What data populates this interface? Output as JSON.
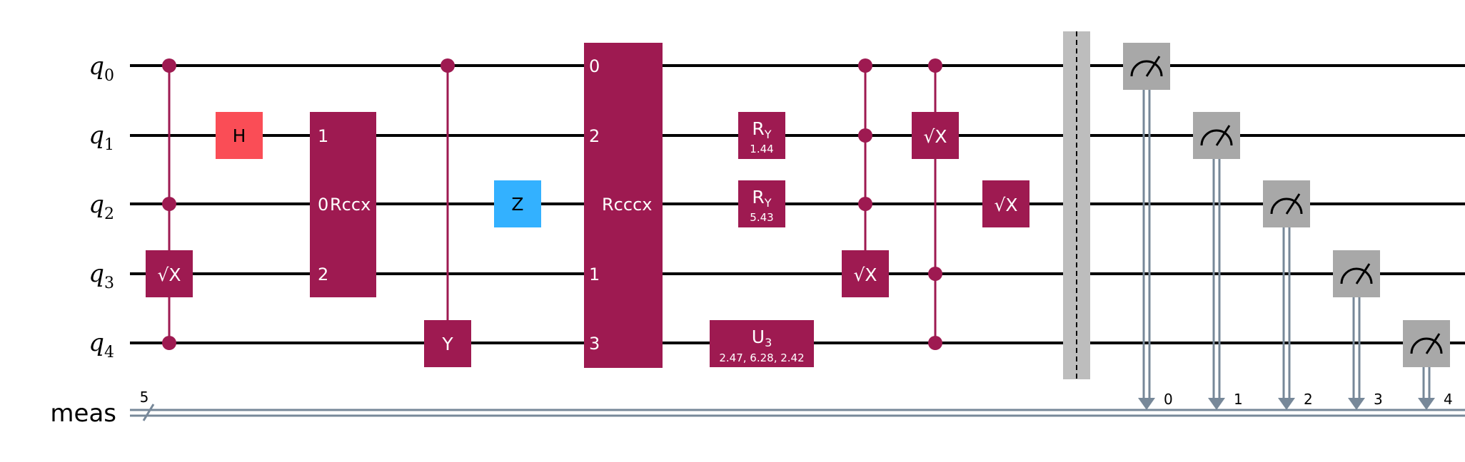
{
  "qubits": [
    {
      "base": "q",
      "sub": "0"
    },
    {
      "base": "q",
      "sub": "1"
    },
    {
      "base": "q",
      "sub": "2"
    },
    {
      "base": "q",
      "sub": "3"
    },
    {
      "base": "q",
      "sub": "4"
    }
  ],
  "classical": {
    "label": "meas",
    "width": "5",
    "bit_labels": [
      "0",
      "1",
      "2",
      "3",
      "4"
    ]
  },
  "colors": {
    "dark_gate": "#9E1A51",
    "h_gate": "#FA4D56",
    "z_gate": "#33B1FF",
    "measure": "#A8A8A8",
    "barrier": "#BDBDBD",
    "creg": "#778899"
  },
  "gates": {
    "csx_1": {
      "label": "√X"
    },
    "h": {
      "label": "H"
    },
    "rccx": {
      "label": "Rccx",
      "pins": [
        "1",
        "0",
        "2"
      ]
    },
    "cy": {
      "label": "Y"
    },
    "z": {
      "label": "Z"
    },
    "rcccx": {
      "label": "Rcccx",
      "pins": [
        "0",
        "2",
        "1",
        "3"
      ]
    },
    "ry_1": {
      "label": "R",
      "sub": "Y",
      "param": "1.44"
    },
    "ry_2": {
      "label": "R",
      "sub": "Y",
      "param": "5.43"
    },
    "u3": {
      "label": "U",
      "sub": "3",
      "param": "2.47, 6.28, 2.42"
    },
    "mcsx_1": {
      "label": "√X"
    },
    "mcsx_2": {
      "label": "√X"
    },
    "sx": {
      "label": "√X"
    }
  },
  "measure_icon": "gauge-meter-icon"
}
